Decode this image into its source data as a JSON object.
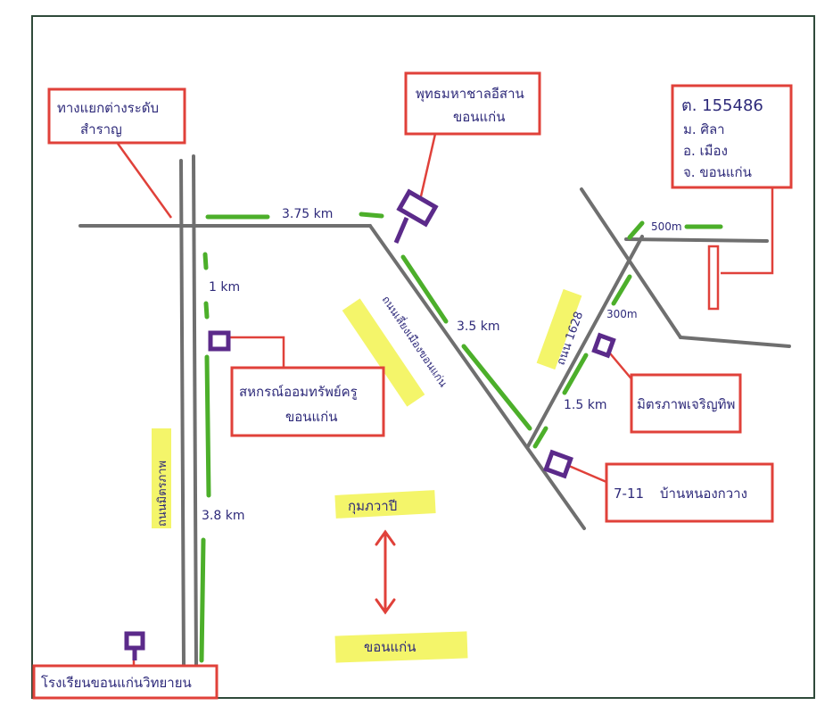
{
  "colors": {
    "road": "#6f6f6f",
    "route": "#4caf2a",
    "box": "#e0413a",
    "landmark": "#5b2a8a",
    "highlight": "#f4f56a",
    "ink": "#2e2a7a",
    "frame": "#2f4a3a"
  },
  "boxes": {
    "intersection": {
      "line1": "ทางแยกต่างระดับ",
      "line2": "สำราญ"
    },
    "museum": {
      "line1": "พุทธมหาชาลอีสาน",
      "line2": "ขอนแก่น"
    },
    "address": {
      "line1": "ต. 155486",
      "line2": "ม. ศิลา",
      "line3": "อ. เมือง",
      "line4": "จ. ขอนแก่น"
    },
    "coop": {
      "line1": "สหกรณ์ออมทรัพย์ครู",
      "line2": "ขอนแก่น"
    },
    "hospital": {
      "line1": "มิตรภาพเจริญทิพ"
    },
    "seven": {
      "line1": "7-11",
      "line2": "บ้านหนองกวาง"
    },
    "school": {
      "line1": "โรงเรียนขอนแก่นวิทยายน"
    }
  },
  "distances": {
    "d1": "3.75 km",
    "d2": "1 km",
    "d3": "3.5 km",
    "d4": "500m",
    "d5": "300m",
    "d6": "1.5 km",
    "d7": "3.8 km"
  },
  "roads": {
    "mittraphap": "ถนนมิตรภาพ",
    "bypass": "ถนนเลี่ยงเมืองขอนแก่น",
    "r1628": "ถนน 1628"
  },
  "directions": {
    "north": "กุมภวาปี",
    "south": "ขอนแก่น"
  },
  "icons": {
    "landmark": "square-pin-icon",
    "direction": "double-arrow-icon"
  }
}
